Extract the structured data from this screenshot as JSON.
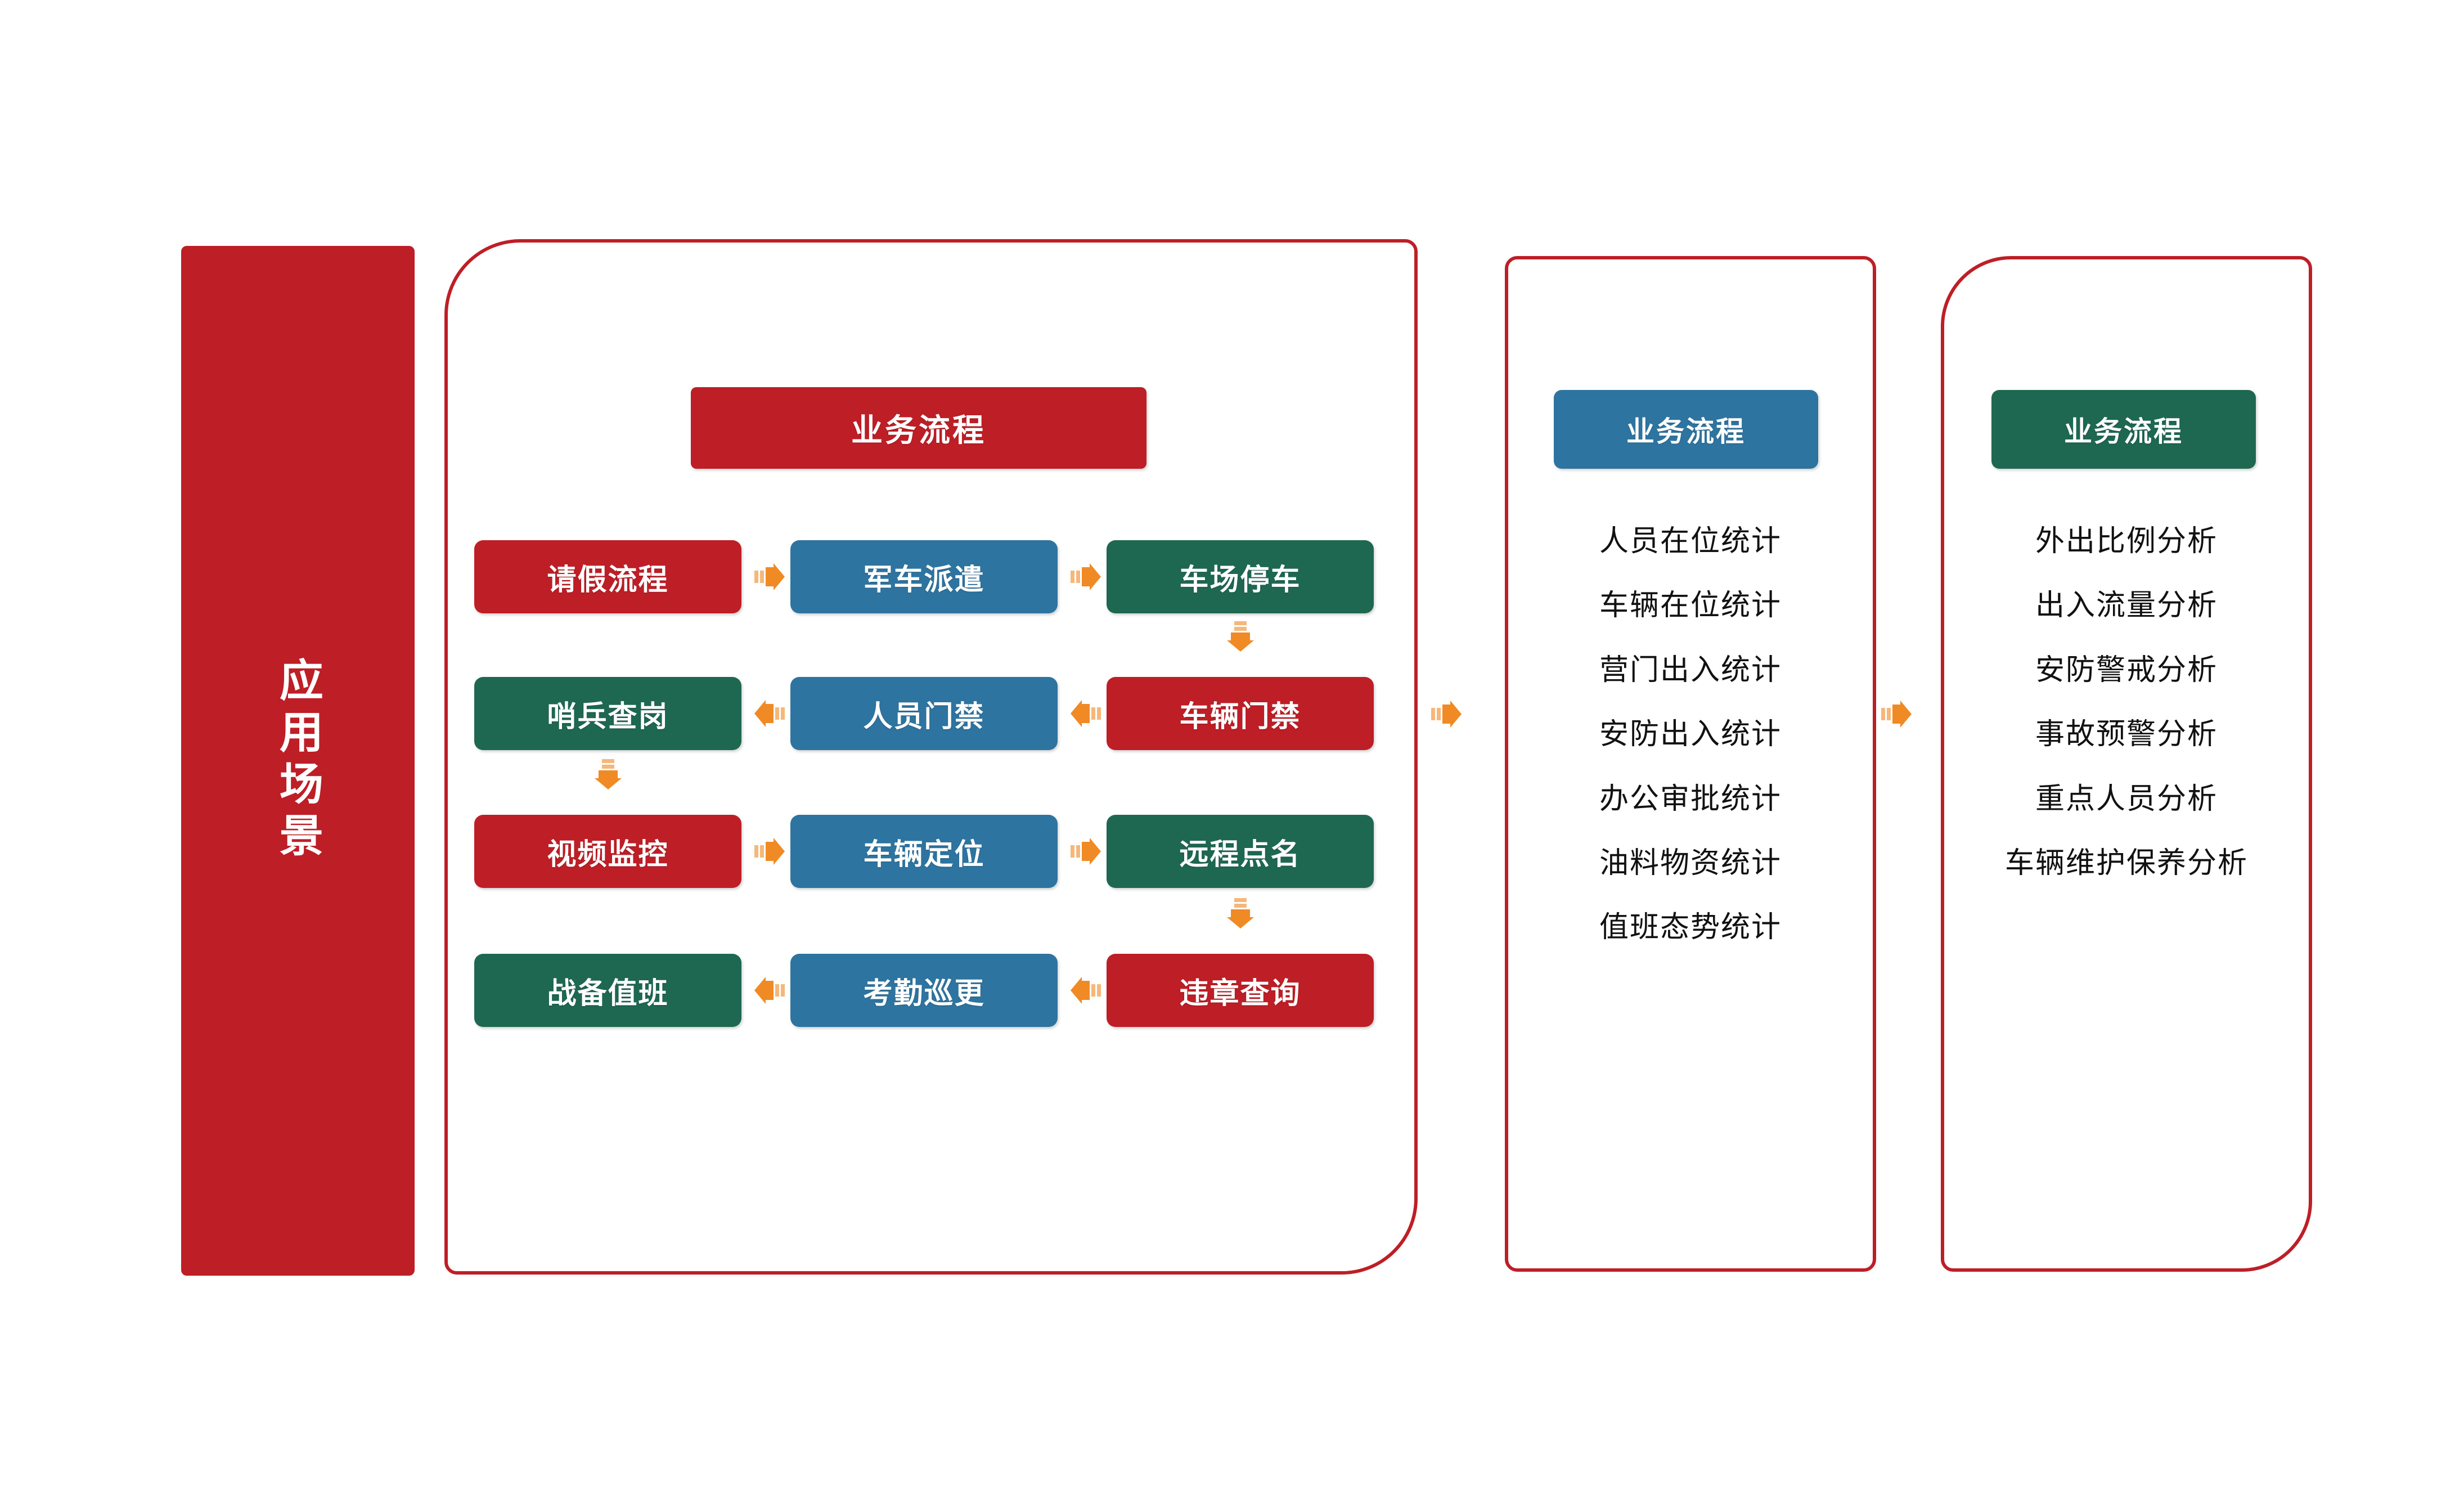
{
  "diagram": {
    "left_banner": {
      "label": "应用场景"
    },
    "accent_colors": {
      "red": "#BE1E26",
      "blue": "#2E74A0",
      "green": "#1E6750",
      "arrow_orange": "#F08A24",
      "panel_border": "#BE1E26",
      "text_dark": "#111111",
      "background": "#FFFFFF"
    },
    "panels": [
      {
        "id": "scenarios",
        "hero_label": "业务流程",
        "hero_color": "red",
        "rows": [
          {
            "direction": "right",
            "chips": [
              {
                "label": "请假流程",
                "color": "red"
              },
              {
                "label": "军车派遣",
                "color": "blue"
              },
              {
                "label": "车场停车",
                "color": "green"
              }
            ]
          },
          {
            "direction": "left",
            "chips": [
              {
                "label": "哨兵查岗",
                "color": "green"
              },
              {
                "label": "人员门禁",
                "color": "blue"
              },
              {
                "label": "车辆门禁",
                "color": "red"
              }
            ]
          },
          {
            "direction": "right",
            "chips": [
              {
                "label": "视频监控",
                "color": "red"
              },
              {
                "label": "车辆定位",
                "color": "blue"
              },
              {
                "label": "远程点名",
                "color": "green"
              }
            ]
          },
          {
            "direction": "left",
            "chips": [
              {
                "label": "战备值班",
                "color": "green"
              },
              {
                "label": "考勤巡更",
                "color": "blue"
              },
              {
                "label": "违章查询",
                "color": "red"
              }
            ]
          }
        ]
      },
      {
        "id": "statistics",
        "head_label": "业务流程",
        "head_color": "blue",
        "items": [
          "人员在位统计",
          "车辆在位统计",
          "营门出入统计",
          "安防出入统计",
          "办公审批统计",
          "油料物资统计",
          "值班态势统计"
        ]
      },
      {
        "id": "analysis",
        "head_label": "业务流程",
        "head_color": "green",
        "items": [
          "外出比例分析",
          "出入流量分析",
          "安防警戒分析",
          "事故预警分析",
          "重点人员分析",
          "车辆维护保养分析"
        ]
      }
    ],
    "connectors": {
      "panel_1_to_2": "arrow-right",
      "panel_2_to_3": "arrow-right",
      "row0_to_row1": "arrow-down",
      "row1_to_row2": "arrow-down",
      "row2_to_row3": "arrow-down"
    }
  }
}
